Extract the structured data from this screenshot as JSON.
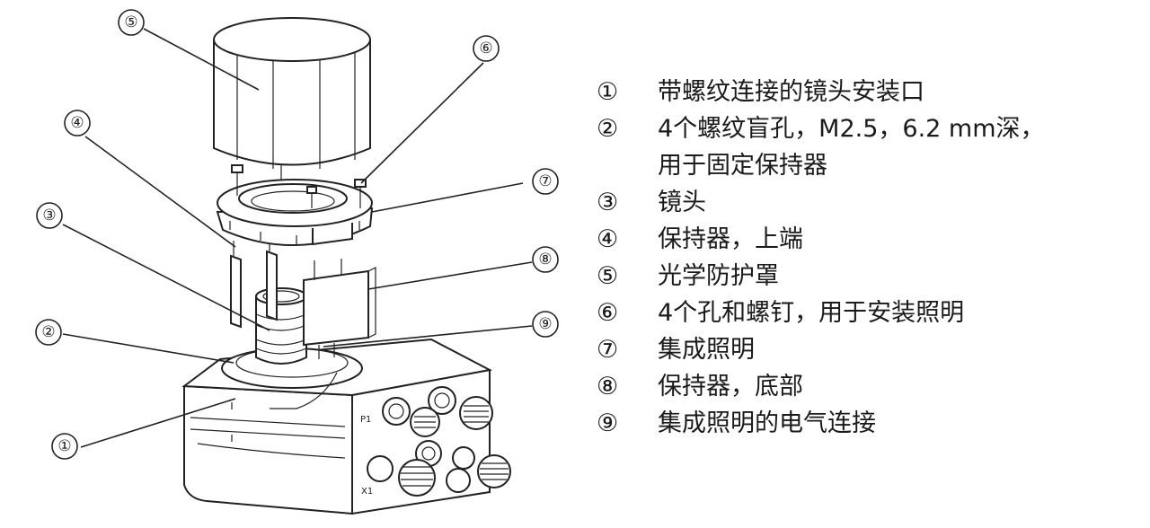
{
  "callouts": [
    "①",
    "②",
    "③",
    "④",
    "⑤",
    "⑥",
    "⑦",
    "⑧",
    "⑨"
  ],
  "housing_labels": [
    "P1",
    "X1"
  ],
  "legend": [
    {
      "num": "①",
      "text": "带螺纹连接的镜头安装口"
    },
    {
      "num": "②",
      "text": "4个螺纹盲孔，M2.5，6.2 mm深，\n用于固定保持器"
    },
    {
      "num": "③",
      "text": "镜头"
    },
    {
      "num": "④",
      "text": "保持器，上端"
    },
    {
      "num": "⑤",
      "text": "光学防护罩"
    },
    {
      "num": "⑥",
      "text": "4个孔和螺钉，用于安装照明"
    },
    {
      "num": "⑦",
      "text": "集成照明"
    },
    {
      "num": "⑧",
      "text": "保持器，底部"
    },
    {
      "num": "⑨",
      "text": "集成照明的电气连接"
    }
  ]
}
